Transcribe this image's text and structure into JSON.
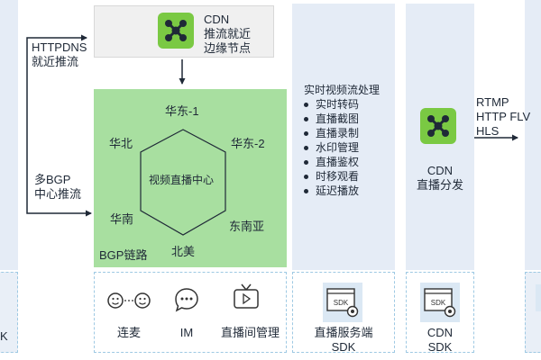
{
  "cdn_top": {
    "title": "CDN",
    "desc": [
      "推流就近",
      "边缘节点"
    ]
  },
  "left_labels": {
    "httpdns": [
      "HTTPDNS",
      "就近推流"
    ],
    "multi_bgp": [
      "多BGP",
      "中心推流"
    ]
  },
  "bgp": {
    "center": "视频直播中心",
    "nodes": {
      "top": "华东-1",
      "upper_right": "华东-2",
      "upper_left": "华北",
      "lower_left": "华南",
      "lower_right": "东南亚",
      "bottom": "北美"
    },
    "footer": "BGP链路"
  },
  "bottom_items": [
    {
      "label": "连麦",
      "icon": "co-stream-icon"
    },
    {
      "label": "IM",
      "icon": "chat-icon"
    },
    {
      "label": "直播间管理",
      "icon": "tv-icon"
    }
  ],
  "processing": {
    "title": "实时视频流处理",
    "items": [
      "实时转码",
      "直播截图",
      "直播录制",
      "水印管理",
      "直播鉴权",
      "时移观看",
      "延迟播放"
    ],
    "sdk_label": [
      "直播服务端",
      "SDK"
    ]
  },
  "cdn_dist": {
    "title": [
      "CDN",
      "直播分发"
    ],
    "sdk_label": [
      "CDN",
      "SDK"
    ]
  },
  "protocols": [
    "RTMP",
    "HTTP FLV",
    "HLS"
  ],
  "sdk_icon_text": "SDK",
  "left_edge_text": "K",
  "colors": {
    "green": "#a8dfa0",
    "green_icon": "#7ac943",
    "blue_panel": "#e5ecf6",
    "grey_panel": "#f0f0f0",
    "dash": "#9ec9e3"
  }
}
